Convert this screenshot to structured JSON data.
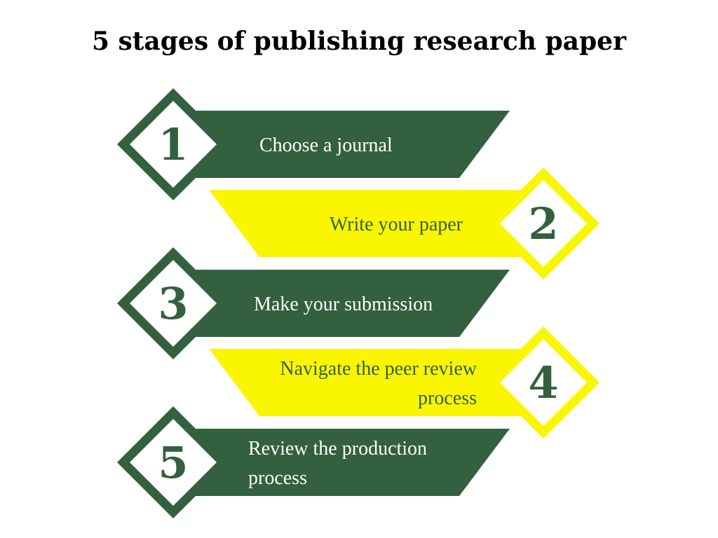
{
  "title": "5 stages of publishing research paper",
  "colors": {
    "green": "#33603e",
    "yellow": "#faf500",
    "white": "#ffffff"
  },
  "stages": [
    {
      "number": "1",
      "label_lines": [
        "Choose a journal"
      ],
      "fill": "green",
      "text_color": "white"
    },
    {
      "number": "2",
      "label_lines": [
        "Write your paper"
      ],
      "fill": "yellow",
      "text_color": "green"
    },
    {
      "number": "3",
      "label_lines": [
        "Make your submission"
      ],
      "fill": "green",
      "text_color": "white"
    },
    {
      "number": "4",
      "label_lines": [
        "Navigate the peer review",
        "process"
      ],
      "fill": "yellow",
      "text_color": "green"
    },
    {
      "number": "5",
      "label_lines": [
        "Review the production",
        "process"
      ],
      "fill": "green",
      "text_color": "white"
    }
  ]
}
